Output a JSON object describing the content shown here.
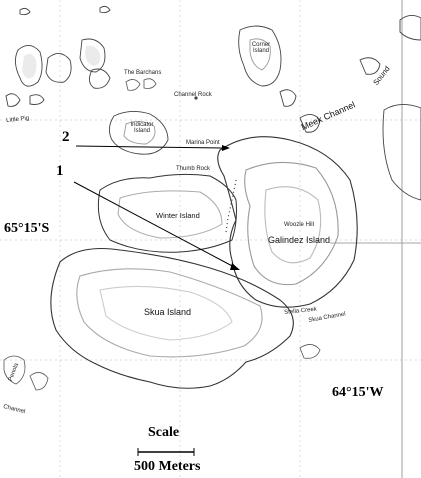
{
  "map": {
    "markers": [
      {
        "id": "1",
        "label": "1"
      },
      {
        "id": "2",
        "label": "2"
      }
    ],
    "coordinates": {
      "latitude": "65°15'S",
      "longitude": "64°15'W"
    },
    "places": {
      "corner_island": "Corner Island",
      "the_barchans": "The Barchans",
      "little_pig": "Little Pig",
      "channel_rock": "Channel Rock",
      "indicator_island": "Indicator Island",
      "marina_point": "Marina Point",
      "thumb_rock": "Thumb Rock",
      "meek_channel": "Meek Channel",
      "winter_island": "Winter Island",
      "woozle_hill": "Woozle Hill",
      "galindez_island": "Galindez Island",
      "skua_island": "Skua Island",
      "stella_creek": "Stella Creek",
      "penola": "Penola",
      "skua_channel": "Skua Channel",
      "channel_fragment": "Channel",
      "sound_fragment": "Sound"
    },
    "scale": {
      "title": "Scale",
      "distance": "500 Meters"
    }
  }
}
